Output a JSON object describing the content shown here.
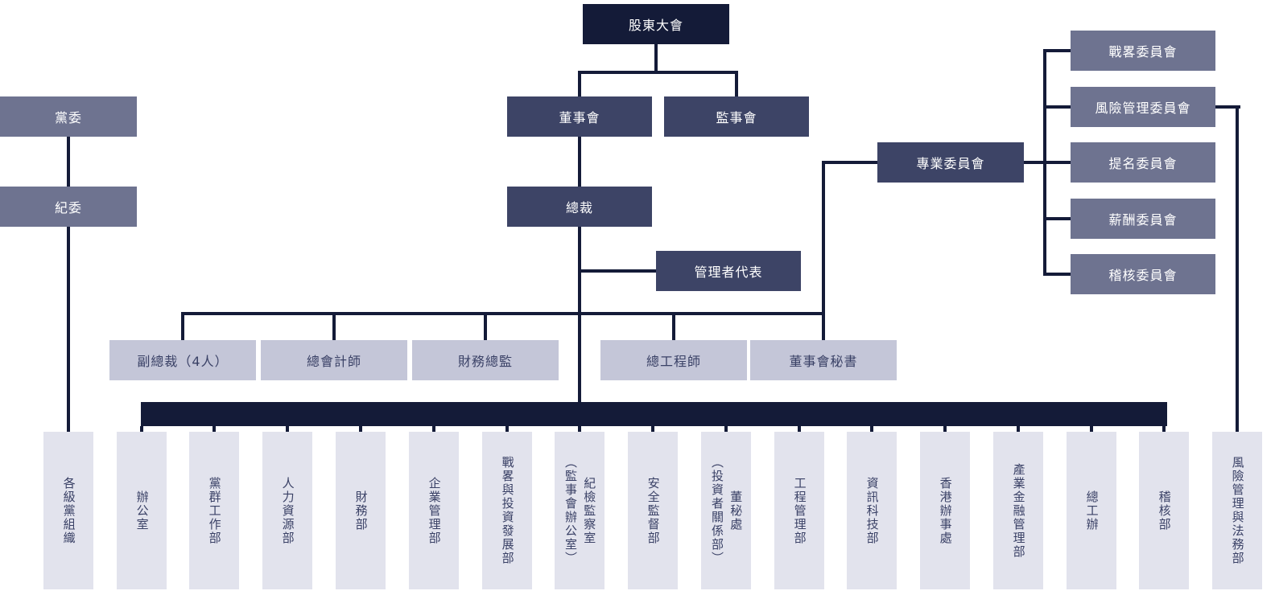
{
  "palette": {
    "line": "#141b38",
    "level1_bg": "#141b38",
    "level2_bg": "#3d4466",
    "slate_bg": "#6e7390",
    "executive_bg": "#c4c6d8",
    "department_bg": "#e2e3ed",
    "text_on_dark": "#ffffff",
    "text_on_light": "#3a4166"
  },
  "nodes": {
    "shareholders": "股東大會",
    "board": "董事會",
    "supervisory": "監事會",
    "party_committee": "黨委",
    "discipline_committee": "紀委",
    "president": "總裁",
    "management_rep": "管理者代表",
    "special_committees": "專業委員會"
  },
  "board_committees": [
    {
      "label": "戰畧委員會"
    },
    {
      "label": "風險管理委員會"
    },
    {
      "label": "提名委員會"
    },
    {
      "label": "薪酬委員會"
    },
    {
      "label": "稽核委員會"
    }
  ],
  "executives": [
    {
      "label": "副總裁（4人）"
    },
    {
      "label": "總會計師"
    },
    {
      "label": "財務總監"
    },
    {
      "label": "總工程師"
    },
    {
      "label": "董事會秘書"
    }
  ],
  "departments": [
    {
      "label": "各級黨組織"
    },
    {
      "label": "辦公室"
    },
    {
      "label": "黨群工作部"
    },
    {
      "label": "人力資源部"
    },
    {
      "label": "財務部"
    },
    {
      "label": "企業管理部"
    },
    {
      "label": "戰畧與投資發展部"
    },
    {
      "label": "紀檢監察室\n（監事會辦公室）"
    },
    {
      "label": "安全監督部"
    },
    {
      "label": "董秘處\n（投資者關係部）"
    },
    {
      "label": "工程管理部"
    },
    {
      "label": "資訊科技部"
    },
    {
      "label": "香港辦事處"
    },
    {
      "label": "產業金融管理部"
    },
    {
      "label": "總工辦"
    },
    {
      "label": "稽核部"
    },
    {
      "label": "風險管理與法務部"
    }
  ]
}
